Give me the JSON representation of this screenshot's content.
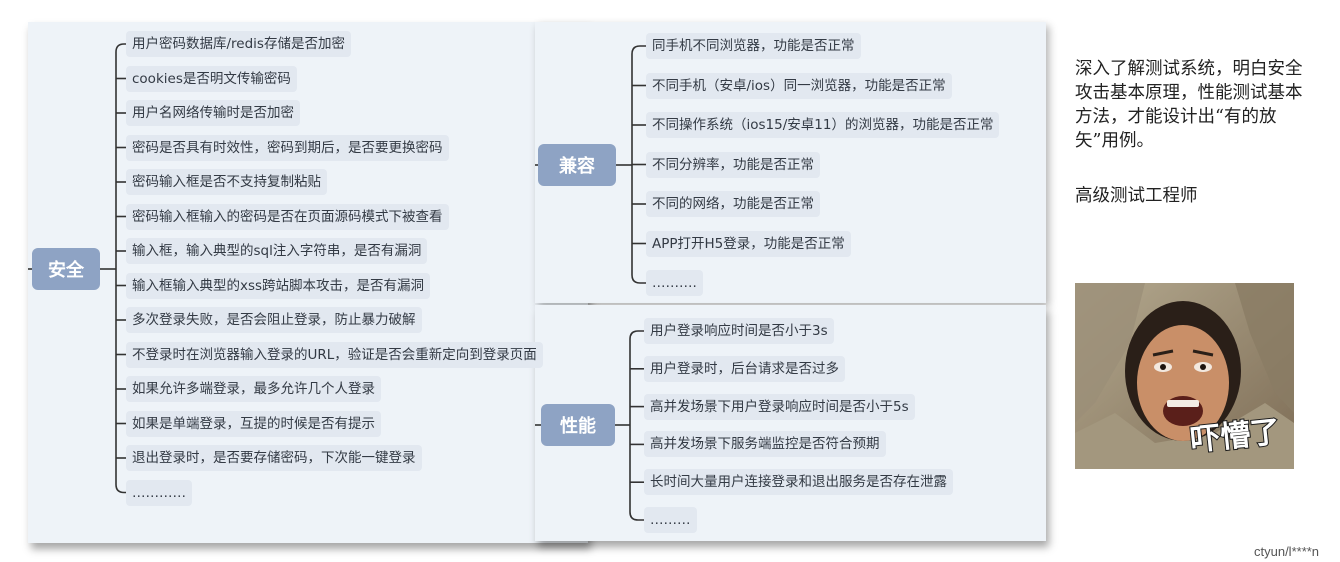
{
  "mindmap": {
    "security": {
      "root": "安全",
      "items": [
        "用户密码数据库/redis存储是否加密",
        "cookies是否明文传输密码",
        "用户名网络传输时是否加密",
        "密码是否具有时效性，密码到期后，是否要更换密码",
        "密码输入框是否不支持复制粘贴",
        "密码输入框输入的密码是否在页面源码模式下被查看",
        "输入框，输入典型的sql注入字符串，是否有漏洞",
        "输入框输入典型的xss跨站脚本攻击，是否有漏洞",
        "多次登录失败，是否会阻止登录，防止暴力破解",
        "不登录时在浏览器输入登录的URL，验证是否会重新定向到登录页面",
        "如果允许多端登录，最多允许几个人登录",
        "如果是单端登录，互提的时候是否有提示",
        "退出登录时，是否要存储密码，下次能一键登录",
        "…………"
      ]
    },
    "compat": {
      "root": "兼容",
      "items": [
        "同手机不同浏览器，功能是否正常",
        "不同手机（安卓/ios）同一浏览器，功能是否正常",
        "不同操作系统（ios15/安卓11）的浏览器，功能是否正常",
        "不同分辨率，功能是否正常",
        "不同的网络，功能是否正常",
        "APP打开H5登录，功能是否正常",
        "………."
      ]
    },
    "perf": {
      "root": "性能",
      "items": [
        "用户登录响应时间是否小于3s",
        "用户登录时，后台请求是否过多",
        "高并发场景下用户登录响应时间是否小于5s",
        "高并发场景下服务端监控是否符合预期",
        "长时间大量用户连接登录和退出服务是否存在泄露",
        "………"
      ]
    }
  },
  "note": {
    "text": "深入了解测试系统，明白安全攻击基本原理，性能测试基本方法，才能设计出“有的放矢”用例。",
    "title": "高级测试工程师"
  },
  "photo": {
    "caption": "吓懵了"
  },
  "watermark": "ctyun/l****n",
  "colors": {
    "node": "#8ea3c4",
    "leaf": "#e2e8f0",
    "panel": "#eef3f8",
    "line": "#333333"
  }
}
